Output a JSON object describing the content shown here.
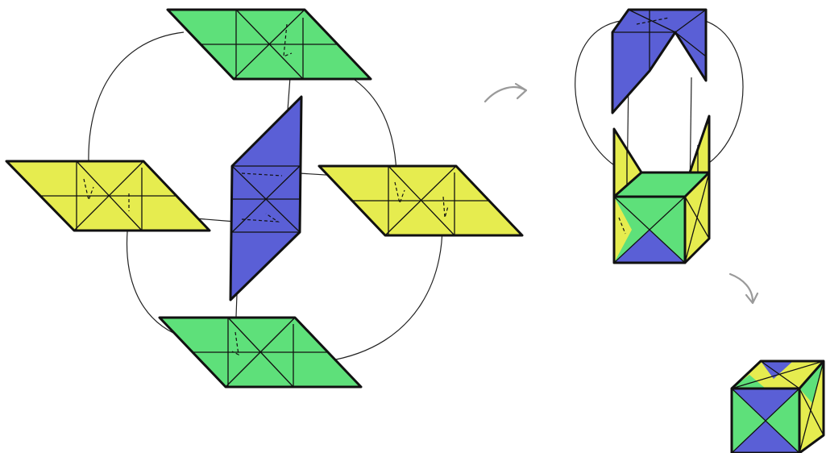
{
  "colors": {
    "green": "#5ee07a",
    "yellow": "#e6ec4f",
    "blue": "#5a5fd6",
    "outline": "#111111",
    "arrow": "#9a9a9a"
  },
  "steps": [
    {
      "stage": "separate-units",
      "units": [
        {
          "color": "green",
          "position": "top"
        },
        {
          "color": "yellow",
          "position": "left"
        },
        {
          "color": "blue",
          "position": "center"
        },
        {
          "color": "yellow",
          "position": "right"
        },
        {
          "color": "green",
          "position": "bottom"
        }
      ]
    },
    {
      "stage": "partially-assembled"
    },
    {
      "stage": "finished-cube"
    }
  ],
  "arrows": [
    {
      "from": "separate-units",
      "to": "partially-assembled",
      "icon": "curved-arrow"
    },
    {
      "from": "partially-assembled",
      "to": "finished-cube",
      "icon": "curved-arrow"
    }
  ]
}
